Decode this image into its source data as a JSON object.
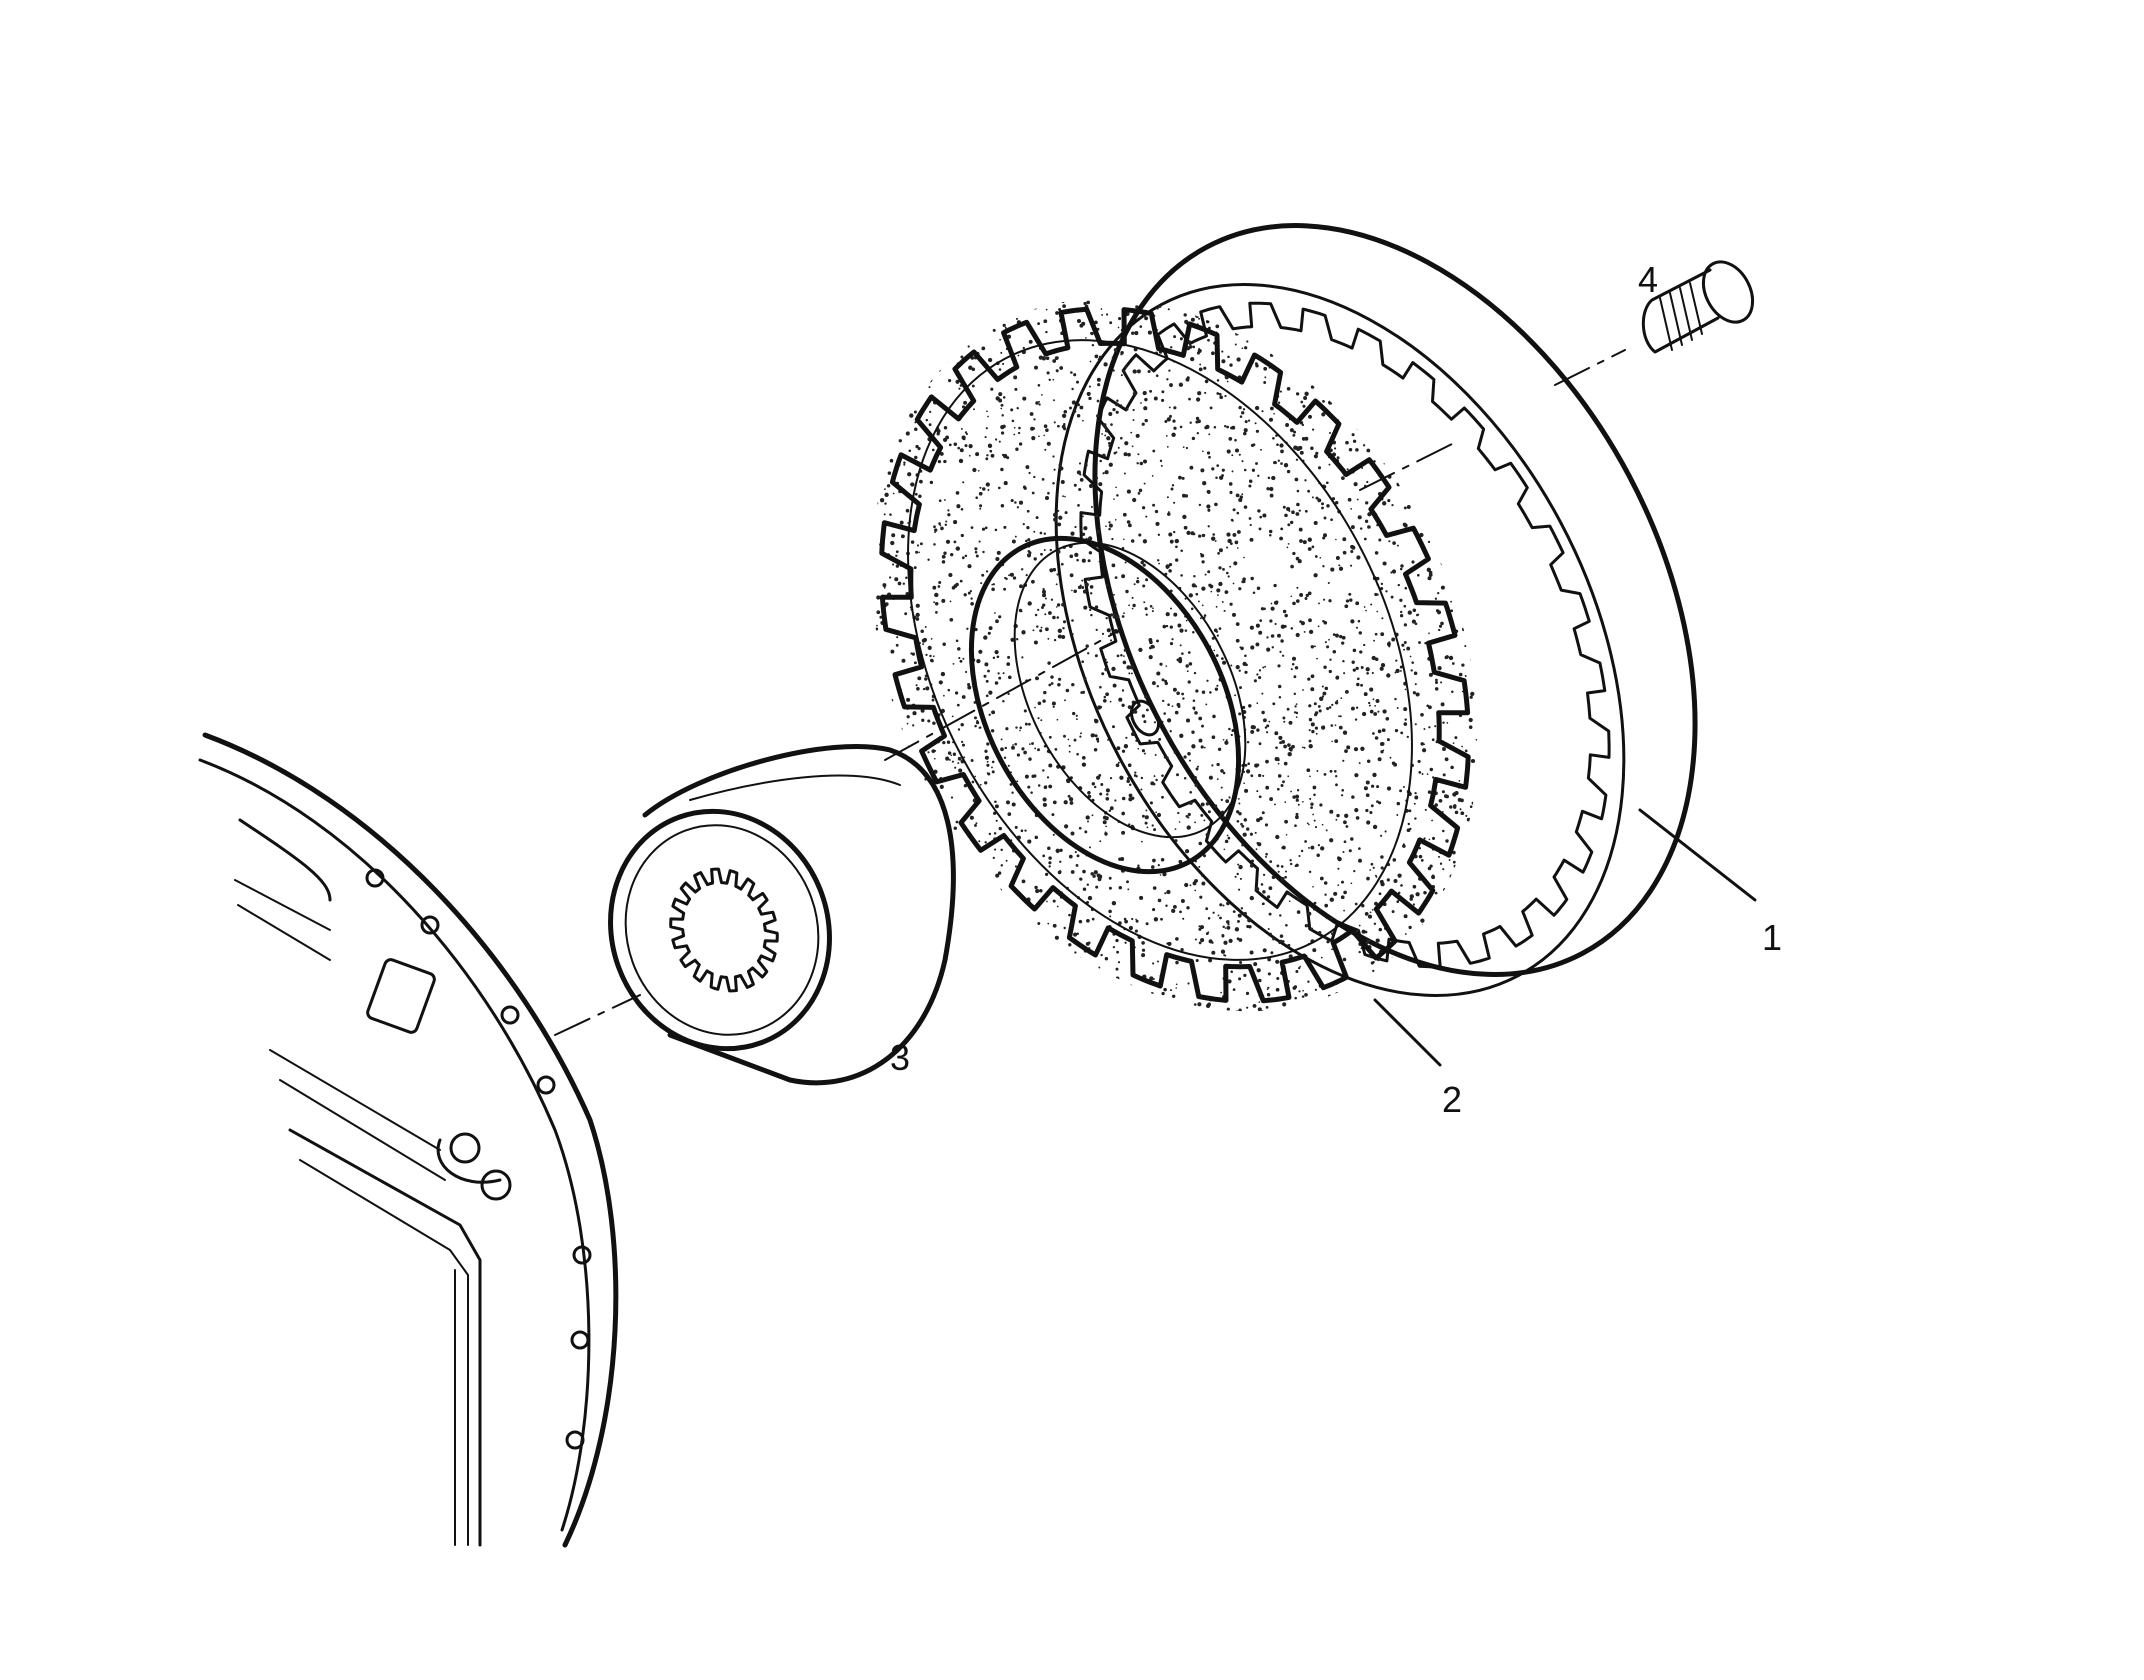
{
  "callouts": [
    {
      "id": "1",
      "label": "1"
    },
    {
      "id": "2",
      "label": "2"
    },
    {
      "id": "3",
      "label": "3"
    },
    {
      "id": "4",
      "label": "4"
    }
  ],
  "colors": {
    "line": "#111111",
    "stipple": "#222222",
    "background": "#ffffff"
  }
}
